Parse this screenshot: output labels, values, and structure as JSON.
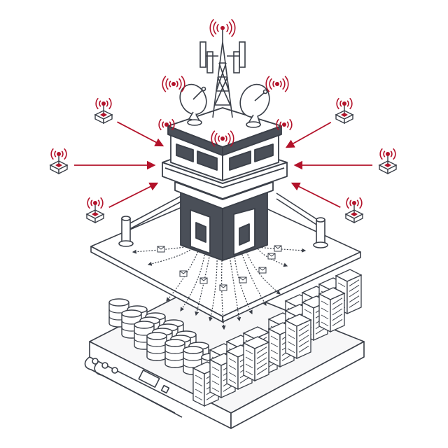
{
  "colors": {
    "line": "#3a3f48",
    "fill_dark": "#4a4f58",
    "fill_light": "#ffffff",
    "fill_panel": "#f3f4f6",
    "accent": "#b3122a"
  },
  "icons": {
    "tower": "control-tower-icon",
    "antenna": "cell-antenna-icon",
    "dish": "satellite-dish-icon",
    "sensor": "iot-sensor-icon",
    "signal": "signal-waves-icon",
    "envelope": "data-packet-icon",
    "database": "database-cylinder-icon",
    "server": "server-rack-icon"
  },
  "sensors_left": [
    "sensor-left-top",
    "sensor-left-middle",
    "sensor-left-bottom"
  ],
  "sensors_right": [
    "sensor-right-top",
    "sensor-right-middle",
    "sensor-right-bottom"
  ]
}
